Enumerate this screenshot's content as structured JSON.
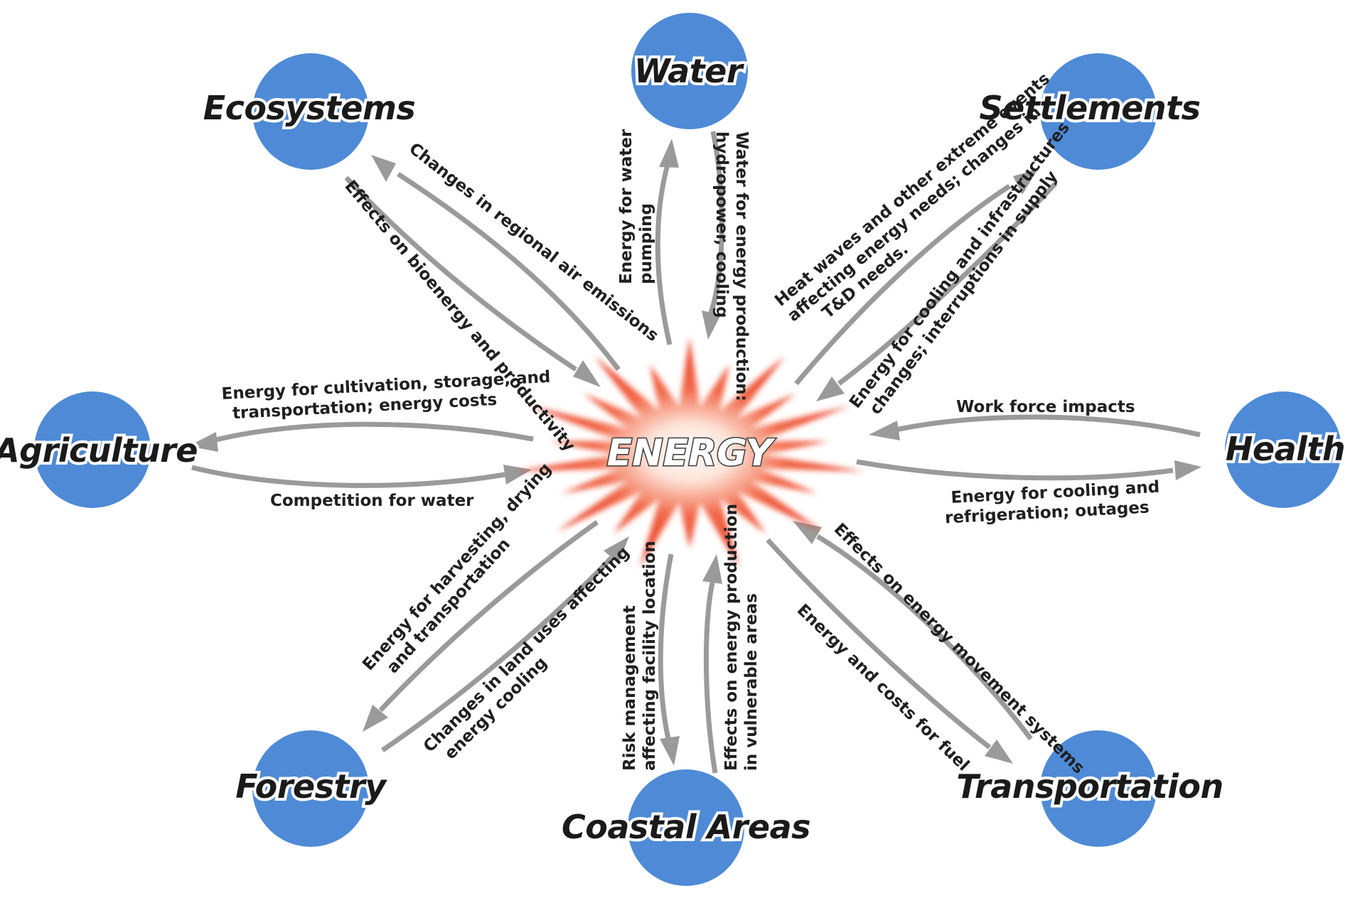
{
  "center": {
    "label": "ENERGY"
  },
  "colors": {
    "node": "#4e8ad6",
    "arrow": "#9a9a9a",
    "burst_outer": "#e8331c",
    "burst_inner": "#ffffff"
  },
  "nodes": [
    {
      "id": "water",
      "label": "Water"
    },
    {
      "id": "ecosystems",
      "label": "Ecosystems"
    },
    {
      "id": "settlements",
      "label": "Settlements"
    },
    {
      "id": "agriculture",
      "label": "Agriculture"
    },
    {
      "id": "health",
      "label": "Health"
    },
    {
      "id": "forestry",
      "label": "Forestry"
    },
    {
      "id": "coastal",
      "label": "Coastal Areas"
    },
    {
      "id": "transportation",
      "label": "Transportation"
    }
  ],
  "relationships": {
    "water_out": [
      "Energy for water",
      "pumping"
    ],
    "water_in": [
      "Water for energy production:",
      "hydropower, cooling"
    ],
    "ecosystems_in": [
      "Changes in regional air emissions"
    ],
    "ecosystems_out": [
      "Effects on bioenergy and productivity"
    ],
    "settlements_out": [
      "Heat waves and other extreme events",
      "affecting energy needs; changes in",
      "T&D needs."
    ],
    "settlements_in": [
      "Energy for cooling and infrastructures",
      "changes; interruptions in supply"
    ],
    "agriculture_out": [
      "Energy for cultivation, storage, and",
      "transportation; energy costs"
    ],
    "agriculture_in": [
      "Competition for water"
    ],
    "health_in": [
      "Work force impacts"
    ],
    "health_out": [
      "Energy for cooling and",
      "refrigeration; outages"
    ],
    "forestry_out": [
      "Energy for harvesting, drying",
      "and transportation"
    ],
    "forestry_in": [
      "Changes in land uses affecting",
      "energy cooling"
    ],
    "coastal_out": [
      "Risk management",
      "affecting facility location"
    ],
    "coastal_in": [
      "Effects on energy production",
      "in vulnerable areas"
    ],
    "transportation_in": [
      "Effects on energy movement systems"
    ],
    "transportation_out": [
      "Energy and costs for fuel"
    ]
  }
}
